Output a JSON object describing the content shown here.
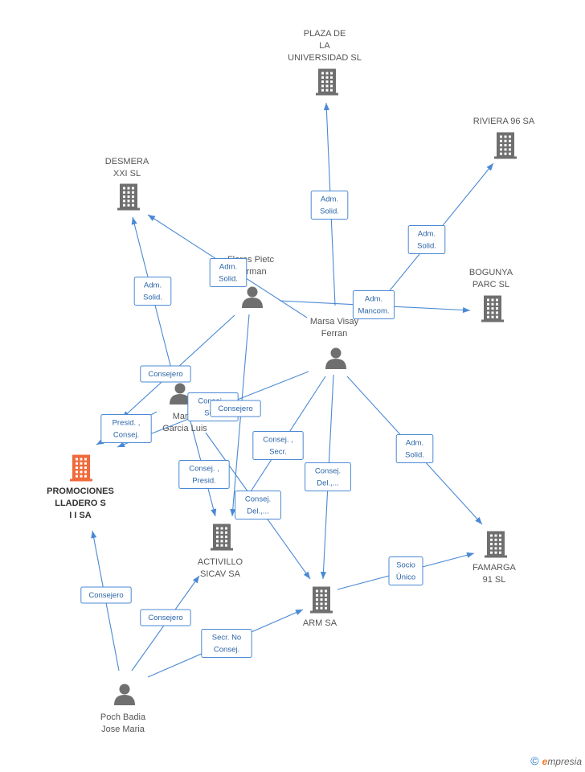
{
  "nodes": [
    {
      "id": "plaza",
      "kind": "company",
      "label": [
        "PLAZA DE",
        "LA",
        "UNIVERSIDAD SL"
      ]
    },
    {
      "id": "riviera",
      "kind": "company",
      "label": [
        "RIVIERA 96 SA"
      ]
    },
    {
      "id": "desmera",
      "kind": "company",
      "label": [
        "DESMERA",
        "XXI SL"
      ]
    },
    {
      "id": "bogunya",
      "kind": "company",
      "label": [
        "BOGUNYA",
        "PARC SL"
      ]
    },
    {
      "id": "promociones",
      "kind": "company",
      "highlight": true,
      "label": [
        "PROMOCIONES",
        "LLADERO S",
        "I I SA"
      ]
    },
    {
      "id": "activillo",
      "kind": "company",
      "label": [
        "ACTIVILLO",
        "SICAV SA"
      ]
    },
    {
      "id": "arm",
      "kind": "company",
      "label": [
        "ARM SA"
      ]
    },
    {
      "id": "famarga",
      "kind": "company",
      "label": [
        "FAMARGA",
        "91  SL"
      ]
    },
    {
      "id": "flores",
      "kind": "person",
      "label": [
        "Flores Pietc",
        "Herman"
      ]
    },
    {
      "id": "marsa_ferran",
      "kind": "person",
      "label": [
        "Marsa Visay",
        "Ferran"
      ]
    },
    {
      "id": "marsa_garcia",
      "kind": "person",
      "label": [
        "Marsa",
        "Garcia Luis"
      ]
    },
    {
      "id": "poch",
      "kind": "person",
      "label": [
        "Poch Badia",
        "Jose Maria"
      ]
    }
  ],
  "edges": [
    {
      "id": "e1",
      "label": [
        "Adm.",
        "Solid."
      ]
    },
    {
      "id": "e2",
      "label": [
        "Adm.",
        "Solid."
      ]
    },
    {
      "id": "e3",
      "label": [
        "Adm.",
        "Solid."
      ]
    },
    {
      "id": "e4",
      "label": [
        "Adm.",
        "Solid."
      ]
    },
    {
      "id": "e5",
      "label": [
        "Adm.",
        "Mancom."
      ]
    },
    {
      "id": "e6",
      "label": [
        "Consejero"
      ]
    },
    {
      "id": "e7",
      "label": [
        "Presid. ,",
        "Consej."
      ]
    },
    {
      "id": "e8",
      "label": [
        "Consej. ,",
        "Secr."
      ]
    },
    {
      "id": "e9",
      "label": [
        "Consejero"
      ]
    },
    {
      "id": "e10",
      "label": [
        "Consej. ,",
        "Secr."
      ]
    },
    {
      "id": "e11",
      "label": [
        "Consej. ,",
        "Presid."
      ]
    },
    {
      "id": "e12",
      "label": [
        "Consej.",
        "Del.,..."
      ]
    },
    {
      "id": "e13",
      "label": [
        "Consej.",
        "Del.,..."
      ]
    },
    {
      "id": "e14",
      "label": [
        "Adm.",
        "Solid."
      ]
    },
    {
      "id": "e15",
      "label": [
        "Socio",
        "Único"
      ]
    },
    {
      "id": "e16",
      "label": [
        "Consejero"
      ]
    },
    {
      "id": "e17",
      "label": [
        "Consejero"
      ]
    },
    {
      "id": "e18",
      "label": [
        "Secr.  No",
        "Consej."
      ]
    }
  ],
  "footer": {
    "copyright": "©",
    "brand_e": "e",
    "brand_rest": "mpresia"
  },
  "colors": {
    "edge": "#4a89d4",
    "node": "#6f6f6f",
    "highlight": "#f06a3c"
  }
}
